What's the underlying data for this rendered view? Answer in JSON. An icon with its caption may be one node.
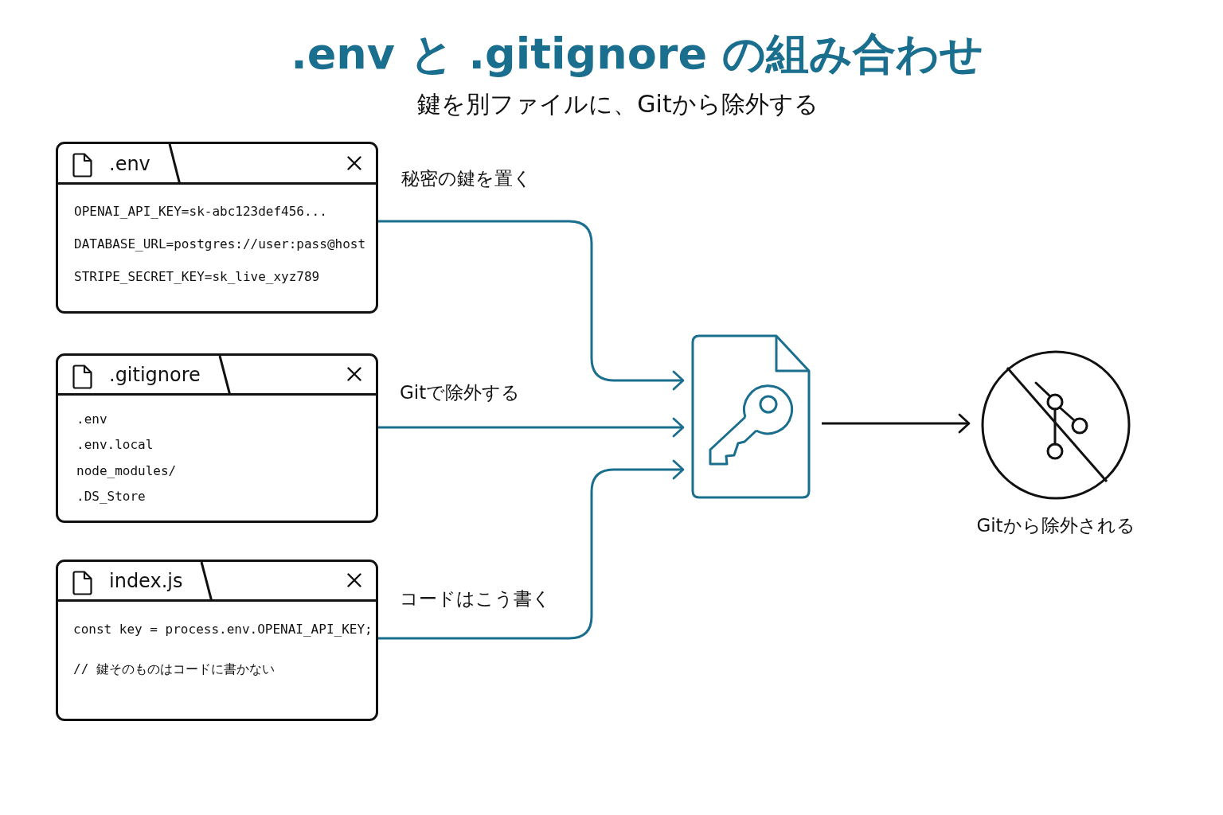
{
  "diagram": {
    "title": ".env と .gitignore の組み合わせ",
    "nodes": [
      {
        "text": [
          ".env",
          "OPENAI_API_KEY=sk-abc123def456...",
          "DATABASE_URL=postgres://user:pass@host",
          "STRIPE_SECRET_KEY=sk_live_xyz789"
        ]
      },
      {
        "text": [
          ".gitignore",
          ".env",
          ".env.local",
          "node_modules/",
          ".DS_Store"
        ]
      },
      {
        "text": [
          "index.js",
          "const key = process.env.OPENAI_API_KEY;",
          "// 鍵そのものはコードに書かない"
        ]
      },
      {
        "text": [],
        "shape": "picture"
      },
      {
        "text": [],
        "shape": "circle",
        "beside": [
          "Gitから除外される"
        ]
      }
    ],
    "edges": [
      {
        "from": 0,
        "to": 3,
        "arrow": "to",
        "label": "秘密の鍵を置く"
      },
      {
        "from": 1,
        "to": 3,
        "arrow": "to",
        "label": "Gitで除外する"
      },
      {
        "from": 2,
        "to": 3,
        "arrow": "to",
        "label": "コードはこう書く"
      },
      {
        "from": 3,
        "to": 4,
        "arrow": "to",
        "color": "#111111"
      }
    ],
    "labels": [
      "鍵を別ファイルに、Gitから除外する"
    ]
  }
}
